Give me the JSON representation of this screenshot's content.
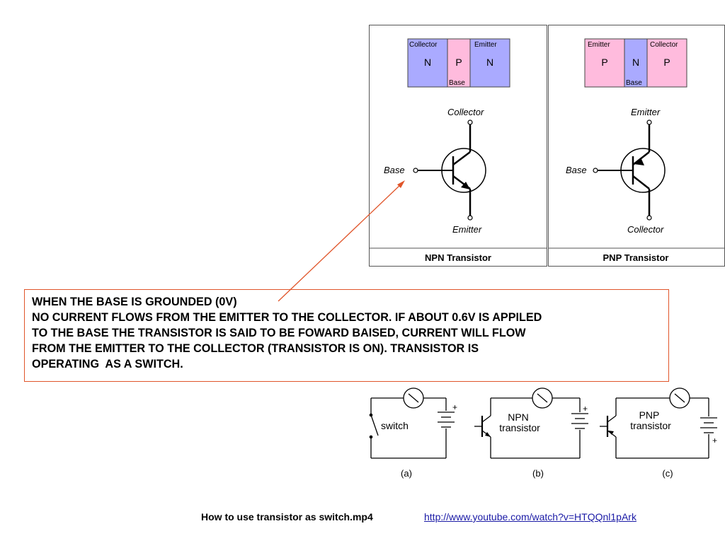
{
  "npn_panel": {
    "layers": [
      "N",
      "P",
      "N"
    ],
    "layer_labels": [
      "Collector",
      "Base",
      "Emitter"
    ],
    "terminals": {
      "top": "Collector",
      "left": "Base",
      "bottom": "Emitter"
    },
    "caption": "NPN Transistor"
  },
  "pnp_panel": {
    "layers": [
      "P",
      "N",
      "P"
    ],
    "layer_labels": [
      "Emitter",
      "Base",
      "Collector"
    ],
    "terminals": {
      "top": "Emitter",
      "left": "Base",
      "bottom": "Collector"
    },
    "caption": "PNP Transistor"
  },
  "colors": {
    "n_layer": "#aaaaff",
    "p_layer": "#ffbbdd",
    "accent_border": "#e0552a"
  },
  "note": {
    "line1": "WHEN THE BASE IS GROUNDED (0V)",
    "line2": "NO CURRENT FLOWS FROM THE EMITTER TO THE COLLECTOR. IF ABOUT 0.6V IS APPILED",
    "line3": "TO THE BASE THE TRANSISTOR IS SAID TO BE FOWARD BAISED, CURRENT WILL FLOW",
    "line4": "FROM THE EMITTER TO THE COLLECTOR (TRANSISTOR IS ON). TRANSISTOR IS",
    "line5": "OPERATING  AS A SWITCH."
  },
  "circuits": {
    "a": {
      "element_label": "switch",
      "caption": "(a)"
    },
    "b": {
      "element_label_1": "NPN",
      "element_label_2": "transistor",
      "caption": "(b)"
    },
    "c": {
      "element_label_1": "PNP",
      "element_label_2": "transistor",
      "caption": "(c)"
    },
    "plus_sign": "+"
  },
  "footer": {
    "title": "How to use transistor as switch.mp4",
    "link": "http://www.youtube.com/watch?v=HTQQnl1pArk"
  }
}
